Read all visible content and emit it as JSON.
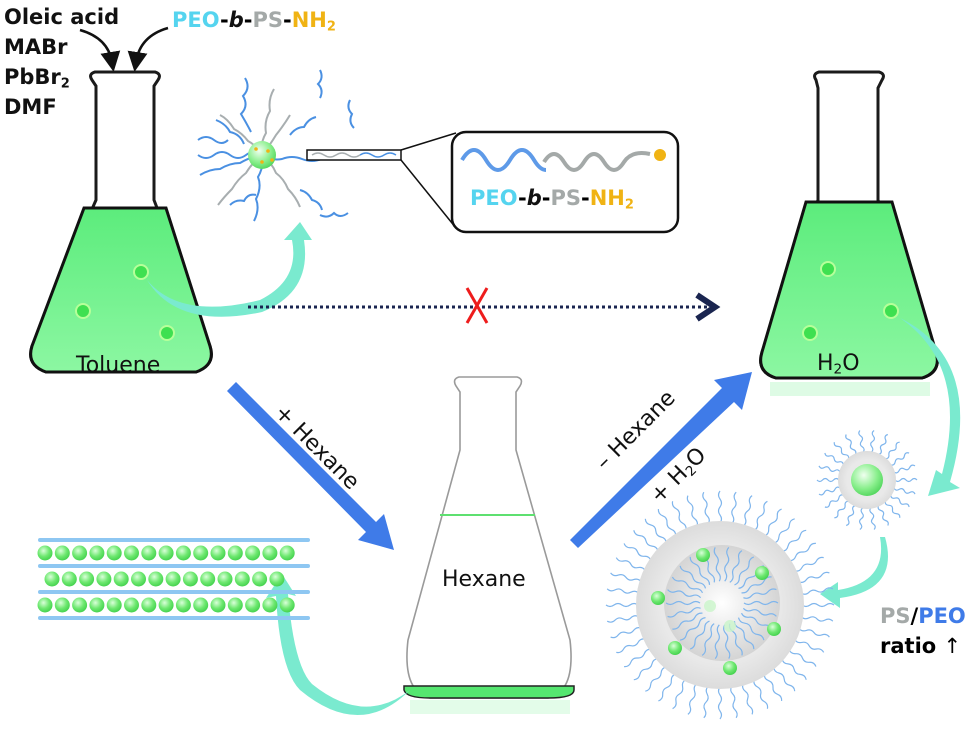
{
  "reagents": {
    "items": [
      "Oleic acid",
      "MABr",
      "PbBr",
      "DMF"
    ],
    "pbbr_subscript": "2"
  },
  "polymer_label": {
    "peo": "PEO",
    "dash1": "-",
    "b": "b",
    "dash2": "-",
    "ps": "PS",
    "dash3": "-",
    "nh": "NH",
    "nh_subscript": "2"
  },
  "flasks": {
    "toluene": "Toluene",
    "water": "H",
    "water_sub": "2",
    "water_tail": "O",
    "hexane": "Hexane"
  },
  "arrows": {
    "add_hexane": "+ Hexane",
    "remove_hexane": "– Hexane",
    "add_water_prefix": "+ H",
    "add_water_sub": "2",
    "add_water_tail": "O",
    "blocked_mark": "X"
  },
  "ratio_note": {
    "ps": "PS",
    "slash": "/",
    "peo": "PEO",
    "ratio": "ratio",
    "up_arrow": "↑"
  },
  "colors": {
    "peo": "#55d4ef",
    "ps": "#a4a9a8",
    "nh2": "#f0b314",
    "liquid_green": "#66ee88",
    "process_arrow": "#3f7be8",
    "transfer_arrow": "#7aeacf",
    "blocked_x": "#ee1c1c",
    "dotted_arrow": "#1a2550"
  }
}
